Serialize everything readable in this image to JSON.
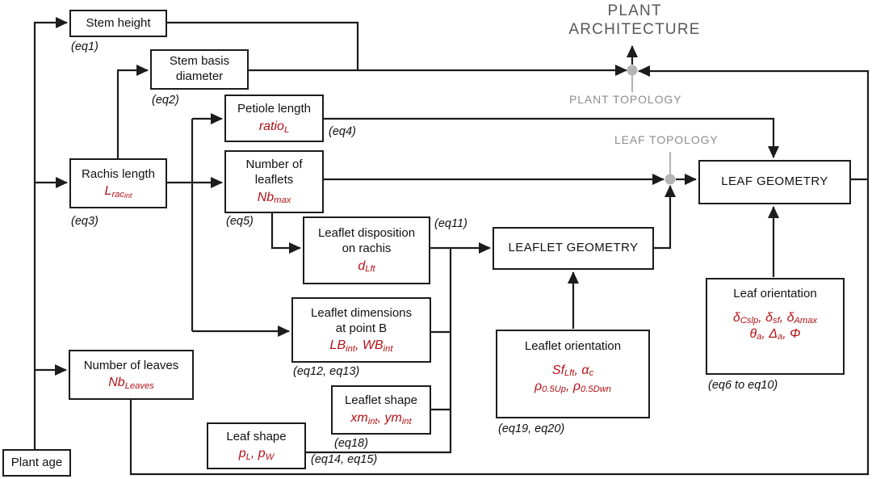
{
  "header": {
    "title1": "PLANT",
    "title2": "ARCHITECTURE",
    "plant_topology": "PLANT TOPOLOGY",
    "leaf_topology": "LEAF TOPOLOGY"
  },
  "colors": {
    "param_red": "#b31217",
    "gray_label": "#8d8d8d",
    "title_gray": "#58585a",
    "node_dot": "#b4b4b4",
    "line_black": "#1c1c1c"
  },
  "boxes": {
    "stem_height": {
      "label": "Stem height",
      "eq": "(eq1)"
    },
    "stem_basis": {
      "label1": "Stem basis",
      "label2": "diameter",
      "eq": "(eq2)"
    },
    "rachis": {
      "label": "Rachis length",
      "eq": "(eq3)",
      "param": [
        {
          "t": "L"
        },
        {
          "s": "rac"
        },
        {
          "ss": "int"
        }
      ]
    },
    "petiole": {
      "label": "Petiole length",
      "eq": "(eq4)",
      "param": [
        {
          "t": "ratio"
        },
        {
          "s": "L"
        }
      ]
    },
    "nb_leaflets": {
      "label1": "Number of",
      "label2": "leaflets",
      "eq": "(eq5)",
      "param": [
        {
          "t": "Nb"
        },
        {
          "s": "max"
        }
      ]
    },
    "disposition": {
      "label1": "Leaflet disposition",
      "label2": "on rachis",
      "eq": "(eq11)",
      "param": [
        {
          "t": "d"
        },
        {
          "s": "Lft"
        }
      ]
    },
    "leaflet_dims": {
      "label1": "Leaflet dimensions",
      "label2": "at point B",
      "eq": "(eq12, eq13)",
      "param": [
        {
          "t": "LB"
        },
        {
          "s": "int"
        },
        {
          "t": ", "
        },
        {
          "t": "WB"
        },
        {
          "s": "int"
        }
      ]
    },
    "leaflet_shape": {
      "label": "Leaflet shape",
      "eq": "(eq18)",
      "param": [
        {
          "t": "xm"
        },
        {
          "s": "int"
        },
        {
          "t": ", "
        },
        {
          "t": "ym"
        },
        {
          "s": "int"
        }
      ]
    },
    "leaf_shape": {
      "label": "Leaf shape",
      "eq": "(eq14, eq15)",
      "param": [
        {
          "t": "p"
        },
        {
          "s": "L"
        },
        {
          "t": ", "
        },
        {
          "t": "p"
        },
        {
          "s": "W"
        }
      ]
    },
    "nb_leaves": {
      "label": "Number of leaves",
      "param": [
        {
          "t": "Nb"
        },
        {
          "s": "Leaves"
        }
      ]
    },
    "plant_age": {
      "label": "Plant age"
    },
    "leaflet_geometry": {
      "label": "LEAFLET GEOMETRY"
    },
    "leaf_geometry": {
      "label": "LEAF GEOMETRY"
    },
    "leaflet_orientation": {
      "label": "Leaflet orientation",
      "eq": "(eq19, eq20)",
      "param1": [
        {
          "t": "Sf"
        },
        {
          "s": "Lft"
        },
        {
          "t": ", "
        },
        {
          "t": "α"
        },
        {
          "s": "c"
        }
      ],
      "param2": [
        {
          "t": "ρ"
        },
        {
          "s": "0.5Up"
        },
        {
          "t": ", "
        },
        {
          "t": "ρ"
        },
        {
          "s": "0.5Dwn"
        }
      ]
    },
    "leaf_orientation": {
      "label": "Leaf orientation",
      "eq": "(eq6 to eq10)",
      "param1": [
        {
          "t": "δ"
        },
        {
          "s": "Cslp"
        },
        {
          "t": ", "
        },
        {
          "t": "δ"
        },
        {
          "s": "sf"
        },
        {
          "t": ", "
        },
        {
          "t": "δ"
        },
        {
          "s": "Amax"
        }
      ],
      "param2": [
        {
          "t": "θ"
        },
        {
          "s": "a"
        },
        {
          "t": ", "
        },
        {
          "t": "Δ"
        },
        {
          "s": "a"
        },
        {
          "t": ", "
        },
        {
          "t": "Φ"
        }
      ]
    }
  }
}
